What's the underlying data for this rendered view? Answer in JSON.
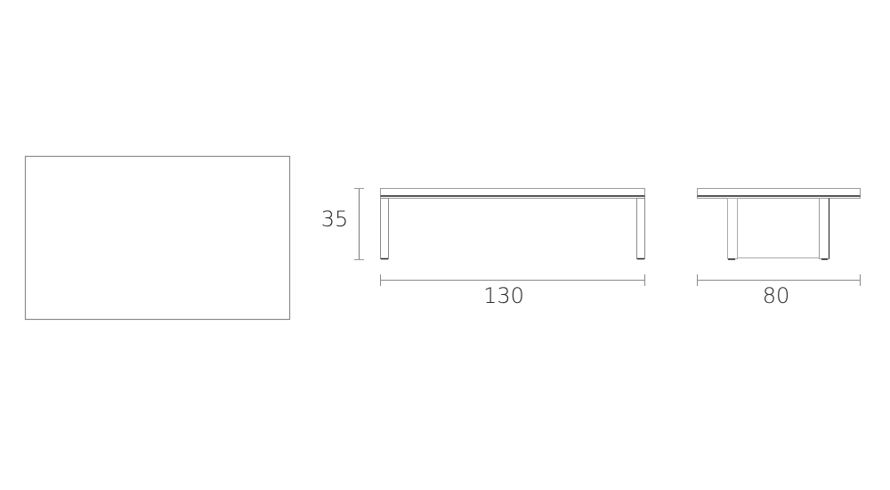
{
  "diagram": {
    "type": "technical-drawing",
    "subject": "low coffee table",
    "views": [
      {
        "id": "top-view",
        "label": ""
      },
      {
        "id": "front-view",
        "label": ""
      },
      {
        "id": "side-view",
        "label": ""
      }
    ],
    "dimensions": {
      "height": {
        "value": "35",
        "view": "front-view",
        "orientation": "vertical"
      },
      "length": {
        "value": "130",
        "view": "front-view",
        "orientation": "horizontal"
      },
      "depth": {
        "value": "80",
        "view": "side-view",
        "orientation": "horizontal"
      }
    },
    "colors": {
      "line": "#7a7a7a",
      "line_dark": "#3a3a3a",
      "text": "#2a2a2a",
      "background": "#ffffff"
    }
  }
}
